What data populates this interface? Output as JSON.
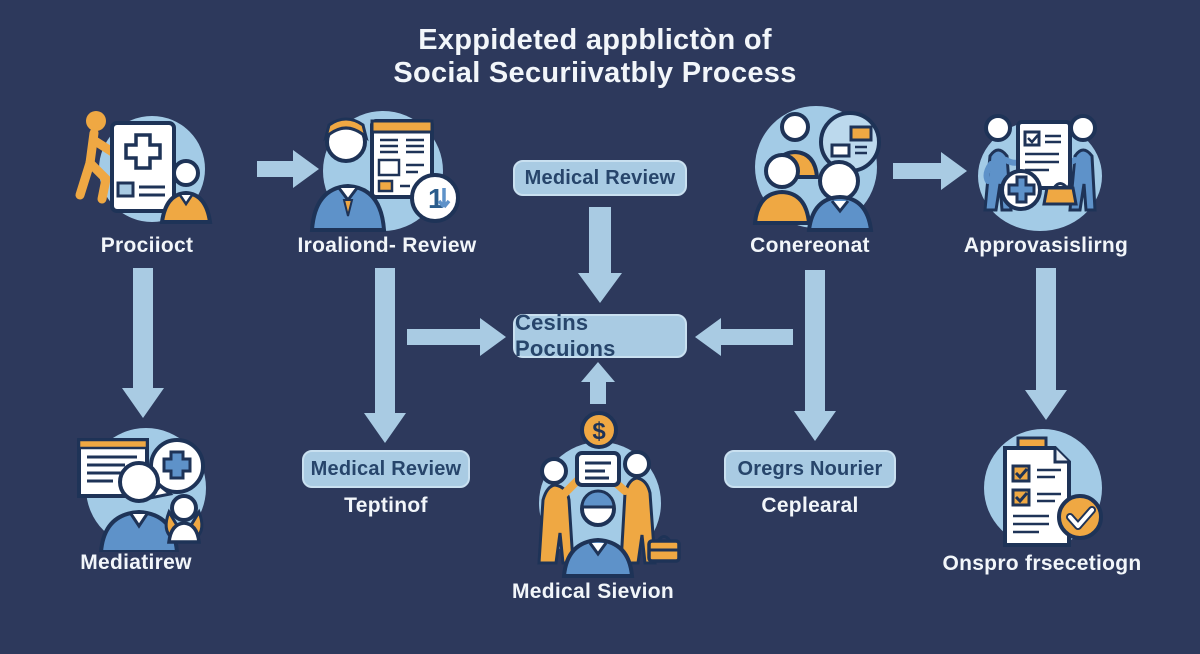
{
  "title": {
    "line1": "Exppideted appblictòn of",
    "line2": "Social Securiivatbly Process"
  },
  "nodes": {
    "applicant": {
      "label": "Prociioct"
    },
    "initial_review": {
      "label": "Iroaliond- Review"
    },
    "medical_review_top": {
      "label": "Medical Review"
    },
    "consultation": {
      "label": "Conereonat"
    },
    "approval": {
      "label": "Approvasislirng"
    },
    "central": {
      "label": "Cesins Pocuions"
    },
    "mediatirew": {
      "label": "Mediatirew"
    },
    "medical_review_bottom": {
      "label": "Medical Review",
      "sublabel": "Teptinof"
    },
    "medical_sievion": {
      "label": "Medical Sievion"
    },
    "orders_notifier": {
      "label": "Oregrs Nourier",
      "sublabel": "Ceplearal"
    },
    "onspro": {
      "label": "Onspro frsecetiogn"
    }
  },
  "icon_glyphs": {
    "step_number": "1",
    "dollar": "$"
  },
  "colors": {
    "background": "#2d395c",
    "accent_light_blue": "#a9cbe3",
    "icon_circle": "#a3cbe6",
    "orange": "#efa843",
    "person_blue": "#5e92c9",
    "outline_navy": "#1e3357",
    "box_text": "#27456b",
    "label_white": "#f2f6fa"
  }
}
